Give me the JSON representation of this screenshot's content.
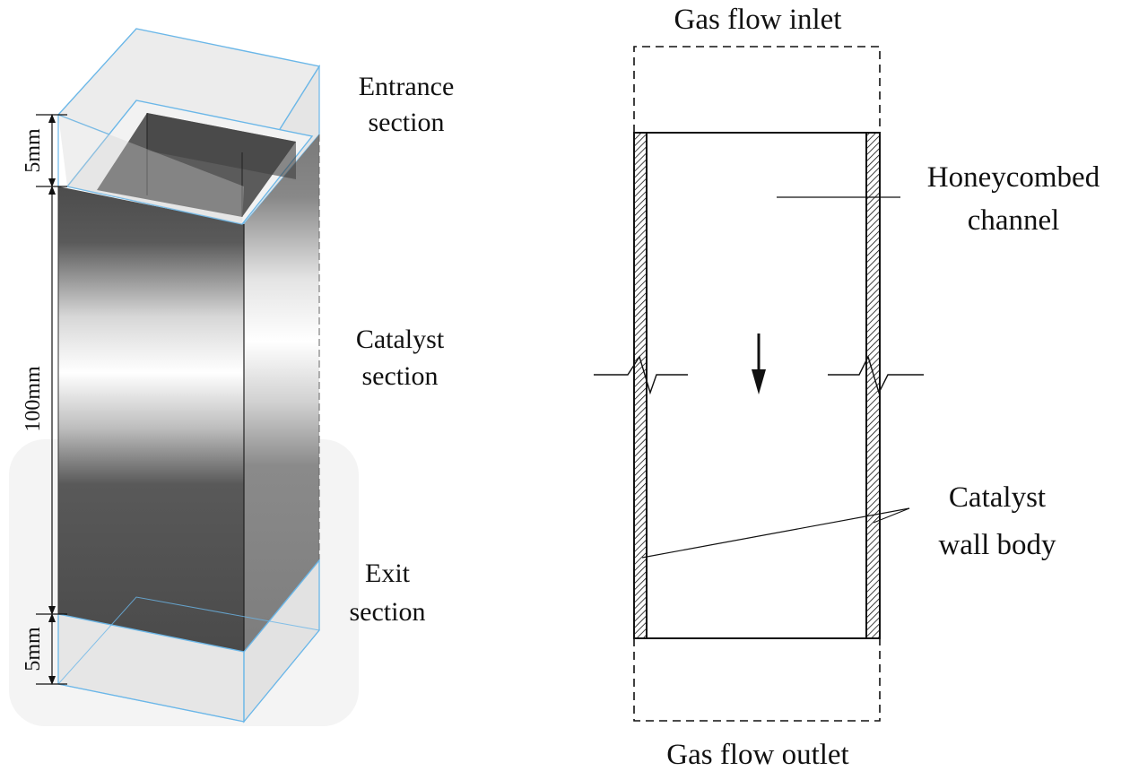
{
  "left_model": {
    "labels": {
      "entrance": [
        "Entrance",
        "section"
      ],
      "catalyst": [
        "Catalyst",
        "section"
      ],
      "exit": [
        "Exit",
        "section"
      ]
    },
    "dimensions": {
      "top": "5mm",
      "middle": "100mm",
      "bottom": "5mm"
    },
    "colors": {
      "edge": "#6bb7e8",
      "dark": "#4a4a4a",
      "glass": "#d9d9d9"
    }
  },
  "right_schematic": {
    "labels": {
      "inlet": "Gas flow inlet",
      "outlet": "Gas flow outlet",
      "channel": [
        "Honeycombed",
        "channel"
      ],
      "wall": [
        "Catalyst",
        "wall body"
      ]
    },
    "icons": [
      "flow-direction-arrow",
      "break-mark"
    ]
  }
}
